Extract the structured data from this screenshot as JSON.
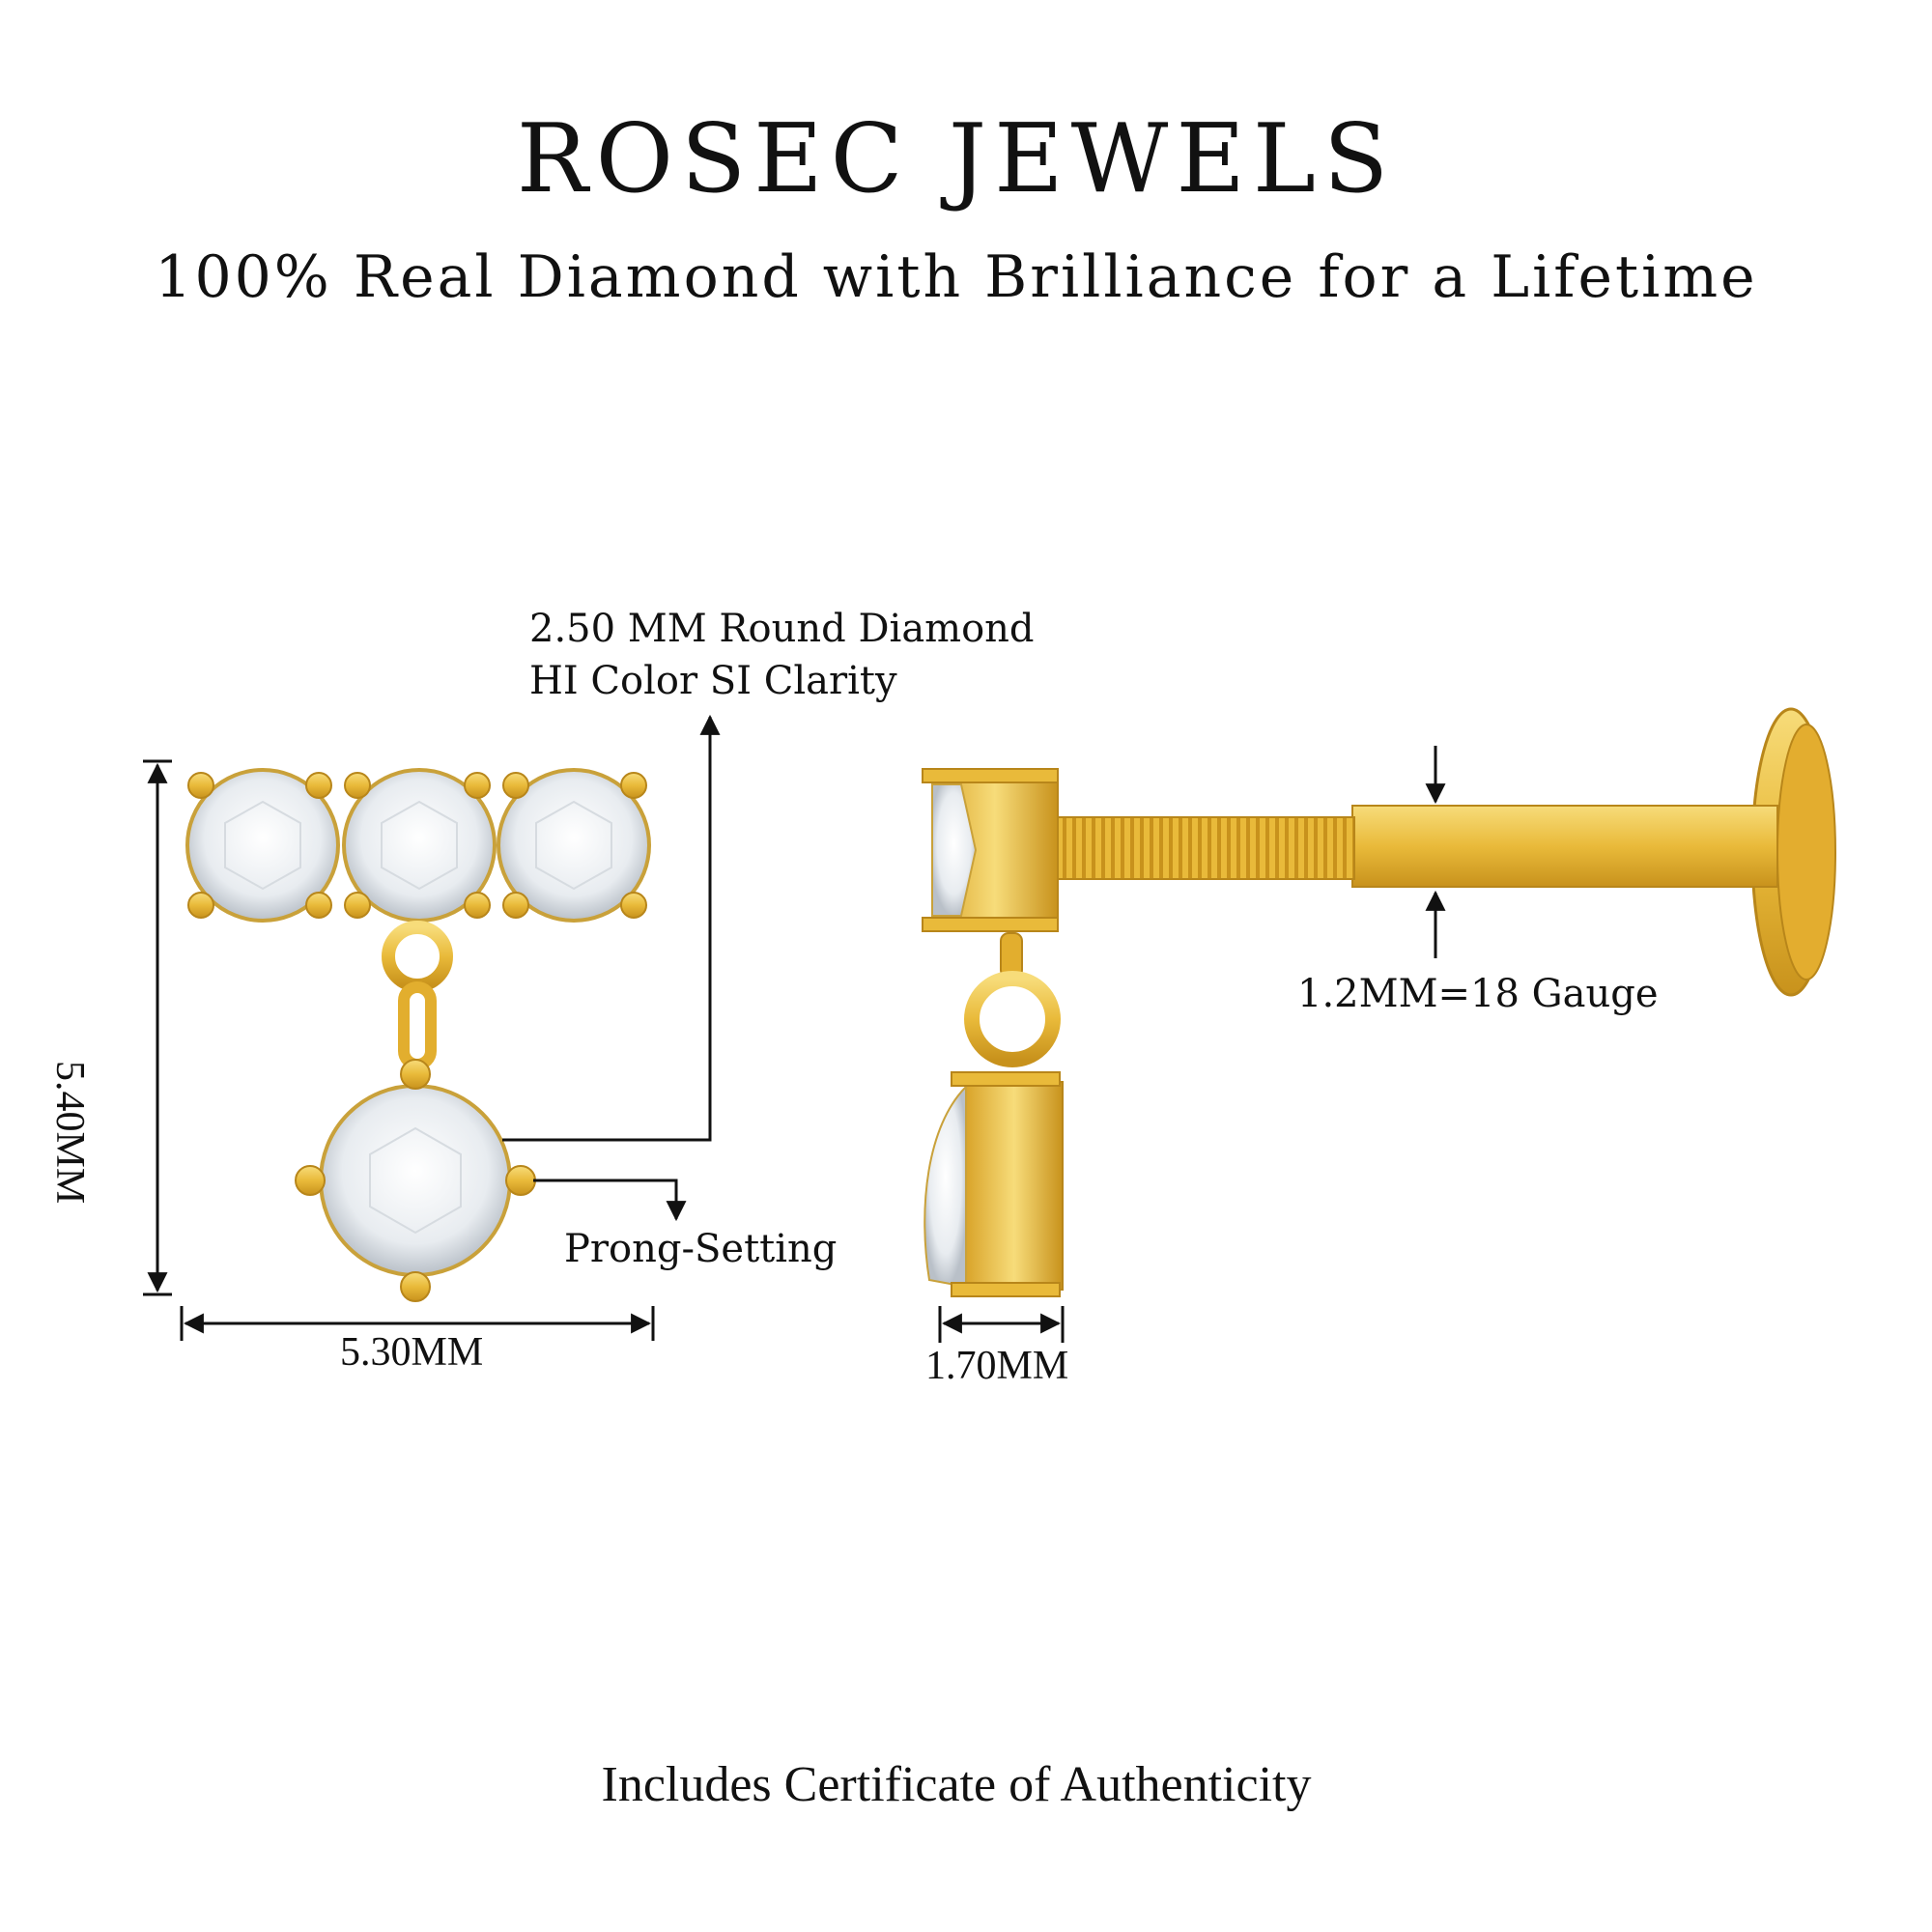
{
  "header": {
    "brand": "ROSEC JEWELS",
    "tagline": "100% Real Diamond with Brilliance for a Lifetime"
  },
  "annotations": {
    "diamond_line1": "2.50 MM Round Diamond",
    "diamond_line2": "HI Color SI Clarity",
    "prong": "Prong-Setting",
    "height": "5.40MM",
    "width": "5.30MM",
    "side_thickness": "1.70MM",
    "gauge": "1.2MM=18 Gauge"
  },
  "footer": {
    "text": "Includes Certificate of Authenticity"
  },
  "colors": {
    "gold": "#e9ba3a",
    "gold_light": "#f7dc7a",
    "gold_dark": "#c8921c",
    "diamond": "#eef1f4",
    "line": "#111111"
  }
}
